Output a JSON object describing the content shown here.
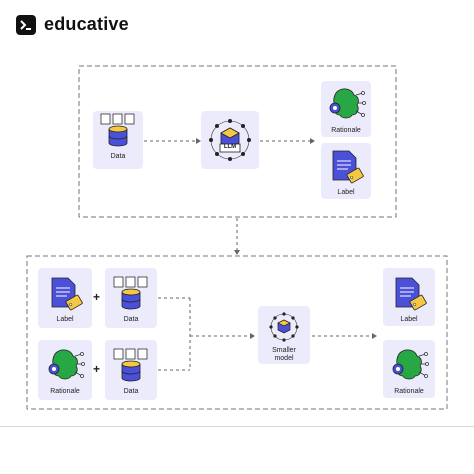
{
  "brand": {
    "name": "educative",
    "icon": "terminal-logo-icon"
  },
  "top_group": {
    "data_label": "Data",
    "llm_label": "LLM",
    "rationale_label": "Rationale",
    "label_label": "Label"
  },
  "bottom_group": {
    "label_label": "Label",
    "data_label_1": "Data",
    "rationale_label": "Rationale",
    "data_label_2": "Data",
    "plus_1": "+",
    "plus_2": "+",
    "model_label": "Smaller\nmodel",
    "out_label_label": "Label",
    "out_rationale_label": "Rationale"
  },
  "colors": {
    "card_bg": "#ecebfb",
    "accent_blue": "#4b50d8",
    "accent_yellow": "#f4c842",
    "accent_green": "#28a745",
    "dash": "#666666"
  }
}
